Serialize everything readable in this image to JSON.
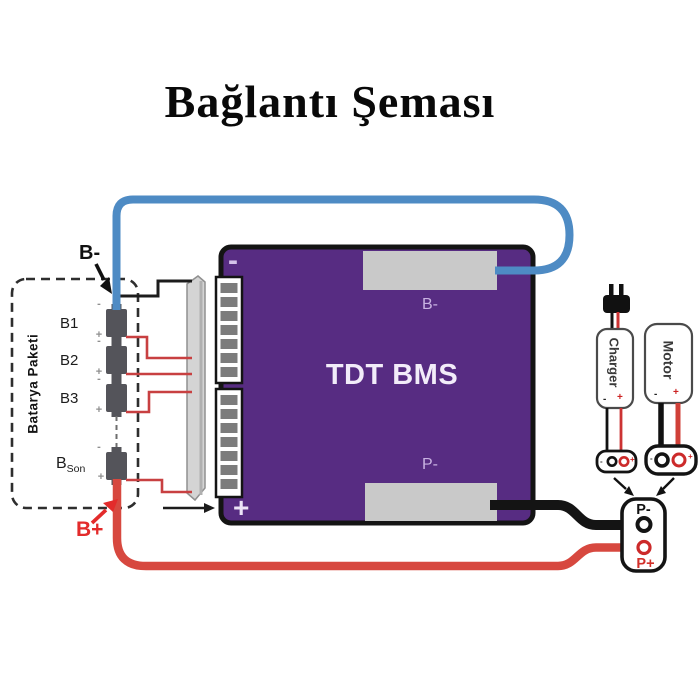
{
  "title": "Bağlantı Şeması",
  "battery_pack": {
    "label": "Batarya Paketi",
    "cells": [
      "B1",
      "B2",
      "B3"
    ],
    "last_cell_base": "B",
    "last_cell_sub": "Son",
    "minus_mark": "-",
    "plus_mark": "+"
  },
  "wire_labels": {
    "b_minus": "B-",
    "b_plus": "B+"
  },
  "bms": {
    "name": "TDT BMS",
    "b_minus_pad": "B-",
    "p_minus_pad": "P-",
    "corner_minus": "-",
    "corner_plus": "+"
  },
  "charger": {
    "label": "Charger",
    "minus": "-",
    "plus": "+"
  },
  "motor": {
    "label": "Motor",
    "minus": "-",
    "plus": "+"
  },
  "output_connector": {
    "p_minus": "P-",
    "p_plus": "P+"
  },
  "colors": {
    "bms_purple": "#572c82",
    "wire_blue": "#4e8bc4",
    "wire_red_thick": "#d7483f",
    "wire_red_thin": "#c84041",
    "label_red": "#e32b2b",
    "pad_gray": "#c9c9c9",
    "battery_gray": "#54545a"
  }
}
